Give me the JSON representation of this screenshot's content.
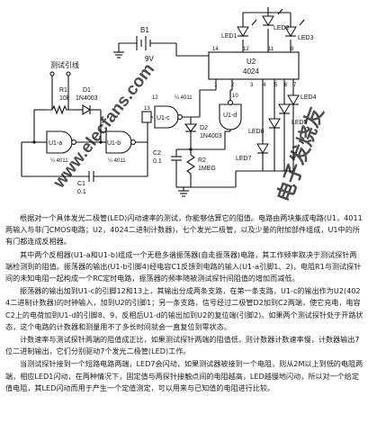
{
  "schematic": {
    "battery_label": "B1",
    "battery_voltage": "9V",
    "probe_label": "测试引线",
    "r1_ref": "R1",
    "r1_value": "10k",
    "d1_ref": "D1",
    "d1_part": "1N4003",
    "u1a": "U1-a",
    "u1a_sub": "¼ 4011",
    "u1b": "U1-b",
    "u1b_sub": "¼ 4011",
    "u1c": "U1-c",
    "u1c_sub": "¼ 4011",
    "u1d": "U1-d",
    "c1_ref": "C1",
    "c1_value": "0.1",
    "c2_ref": "C2",
    "c2_value": "0.1",
    "d2_ref": "D2",
    "d2_part": "1N4003",
    "r2_ref": "R2",
    "r2_value": "1MEG",
    "u2_ref": "U2",
    "u2_part": "4024",
    "pins": [
      "1",
      "2",
      "3",
      "4",
      "5",
      "6",
      "7",
      "8",
      "9",
      "10",
      "11",
      "12",
      "13",
      "14"
    ],
    "leds": [
      "LED1",
      "LED2",
      "LED3",
      "LED4",
      "LED5",
      "LED6",
      "LED7"
    ],
    "watermark_left": "www.elecfans.com",
    "watermark_right": "电子发烧友"
  },
  "article": [
    "根据对一个具体发光二极管(LED)闪动速率的测试，你能够估算它的阻值。电路由两块集成电路(U1，4011两输入与非门CMOS电路；U2，4024二进制计数器)，七个发光二极管，以及少量的附加部件组成，U1中的所有门都连成反相器。",
    "其中两个反相器(U1-a和U1-b)组成一个无稳多谐振荡器(自走振荡器)电路，其工作频率取决于测试探针两端检测到的阻值。振荡器的输出(U1-b引脚4)经电容C1反馈到电路的输入(U1-a引脚1、2)，电阻R1与测试探针间的未知电阻一起构成一个RC定时电路，振荡器的频率随被测试探针间阻值的增加而减低。",
    "振荡器的输出加到U1-c的引脚12和13上，其输出分成两条支路，在第一条支路，U1-c的输出作为U2(4024二进制计数器)的时钟输入，加到U2的引脚1；另一条支路，信号经过二极管D2加到C2两端，使它充电，电容C2上的电荷加到U1-d的引脚8、9，反相后U1-d的输出加到U2的复位端(引脚2)。如果两个测试探针处于开路状态，这个电路的计数器和测量用不了多长时间就会一直复位到零状态。",
    "计数速率与测试探针两端的阻值成正比，如果测试探针两端的阻值低，则计数器计数速率慢，计数器输出7位二进制输出，它们分别驱动7个发光二极管(LED)工作。",
    "当测试探针接到一个短路电路两端，LED7会闪动，如果测试器被接到一个电阻，则从2M以上到低的电阻两端，相应LED1闪动，在两种情况下，固定值与两探针接触点间的电阻越高，LED越慢地闪动，所以对一个给定值电阻，其LED闪动而用于产生一个定值测定，可以用来与已知值的电阻进行比较。"
  ]
}
